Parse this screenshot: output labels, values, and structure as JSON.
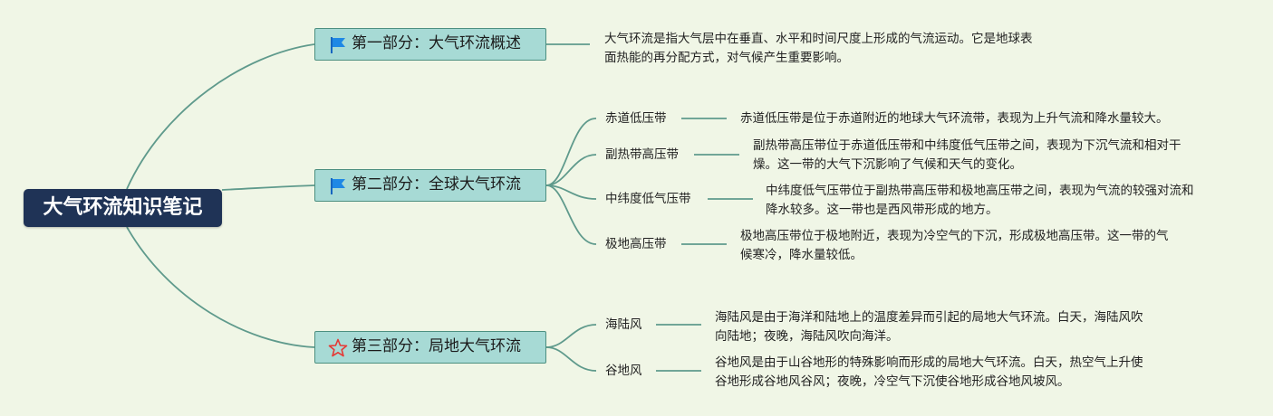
{
  "root": {
    "title": "大气环流知识笔记"
  },
  "sections": [
    {
      "label": "第一部分：大气环流概述",
      "icon": "flag-icon",
      "desc": [
        "大气环流是指大气层中在垂直、水平和时间尺度上形成的气流运动。它是地球表",
        "面热能的再分配方式，对气候产生重要影响。"
      ]
    },
    {
      "label": "第二部分：全球大气环流",
      "icon": "flag-icon",
      "children": [
        {
          "label": "赤道低压带",
          "desc": [
            "赤道低压带是位于赤道附近的地球大气环流带，表现为上升气流和降水量较大。"
          ]
        },
        {
          "label": "副热带高压带",
          "desc": [
            "副热带高压带位于赤道低压带和中纬度低气压带之间，表现为下沉气流和相对干",
            "燥。这一带的大气下沉影响了气候和天气的变化。"
          ]
        },
        {
          "label": "中纬度低气压带",
          "desc": [
            "中纬度低气压带位于副热带高压带和极地高压带之间，表现为气流的较强对流和",
            "降水较多。这一带也是西风带形成的地方。"
          ]
        },
        {
          "label": "极地高压带",
          "desc": [
            "极地高压带位于极地附近，表现为冷空气的下沉，形成极地高压带。这一带的气",
            "候寒冷，降水量较低。"
          ]
        }
      ]
    },
    {
      "label": "第三部分：局地大气环流",
      "icon": "star-icon",
      "children": [
        {
          "label": "海陆风",
          "desc": [
            "海陆风是由于海洋和陆地上的温度差异而引起的局地大气环流。白天，海陆风吹",
            "向陆地；夜晚，海陆风吹向海洋。"
          ]
        },
        {
          "label": "谷地风",
          "desc": [
            "谷地风是由于山谷地形的特殊影响而形成的局地大气环流。白天，热空气上升使",
            "谷地形成谷地风谷风；夜晚，冷空气下沉使谷地形成谷地风坡风。"
          ]
        }
      ]
    }
  ],
  "colors": {
    "background": "#f0f6e6",
    "root_fill": "#1f3356",
    "section_fill": "#a7dad5",
    "section_border": "#4c8f80",
    "connector": "#5f9a8c",
    "flag": "#1e88e5",
    "star": "#e53935"
  }
}
